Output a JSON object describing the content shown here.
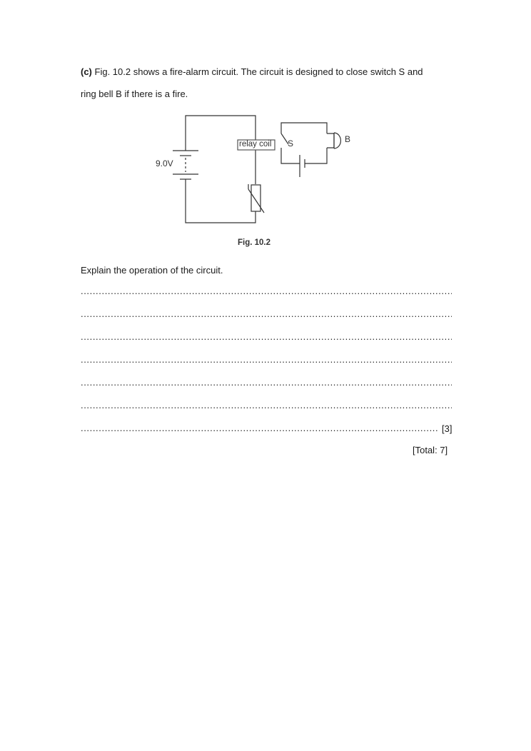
{
  "question": {
    "part_label": "(c)",
    "intro_line1": "Fig. 10.2 shows a fire-alarm circuit. The circuit is designed to close switch S and",
    "intro_line2": "ring bell B if there is a fire.",
    "prompt": "Explain the operation of the circuit."
  },
  "figure": {
    "caption": "Fig. 10.2",
    "battery_label": "9.0V",
    "relay_label": "relay coil",
    "switch_label": "S",
    "bell_label": "B",
    "components": [
      "battery-9V",
      "relay-coil",
      "thermistor",
      "switch-S",
      "cell",
      "bell-B"
    ]
  },
  "answer_lines": {
    "count": 7,
    "dots": "...............................................................................................................................................",
    "dots_last": "........................................................................................................................................"
  },
  "marks": {
    "part_marks": "[3]",
    "total": "[Total: 7]"
  }
}
